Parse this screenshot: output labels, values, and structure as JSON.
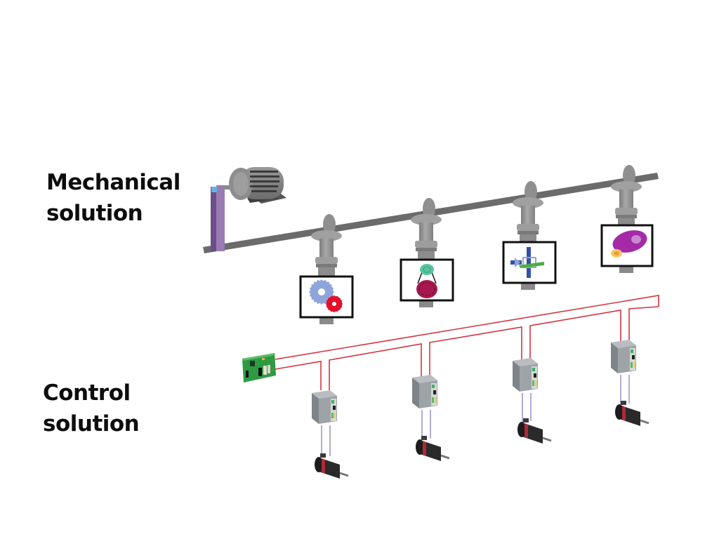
{
  "labels": {
    "mechanical": [
      "Mechanical",
      "solution"
    ],
    "control": [
      "Control",
      "solution"
    ]
  },
  "mechanical": {
    "components": [
      "electric-motor",
      "belt-drive",
      "line-shaft"
    ],
    "stations": [
      {
        "name": "gears",
        "mechanism": "gear-pair"
      },
      {
        "name": "cam-follower",
        "mechanism": "cam-with-roller"
      },
      {
        "name": "crank",
        "mechanism": "crank-slider"
      },
      {
        "name": "cam-profile",
        "mechanism": "eccentric-cam"
      }
    ]
  },
  "control": {
    "controller": "controller-board",
    "bus": "network-bus",
    "axes": 4,
    "components_per_axis": [
      "servo-drive",
      "servo-motor"
    ]
  },
  "colors": {
    "shaft": "#6b6b6b",
    "belt": "#8c6aa6",
    "motor": "#8a8a8a",
    "bus": "#d2353f",
    "drive": "#9ea3a8",
    "servo": "#2a2a2a",
    "servo_band": "#b0283a",
    "gear_large": "#8ea5dc",
    "gear_small": "#e4102a",
    "cam_follower": "#5ac4a0",
    "cam_body": "#a8184f",
    "crank_blue": "#3552a8",
    "crank_green": "#4caf3c",
    "ecc_cam": "#a42aa8",
    "ecc_small": "#f0a030",
    "board": "#2e9a44"
  }
}
